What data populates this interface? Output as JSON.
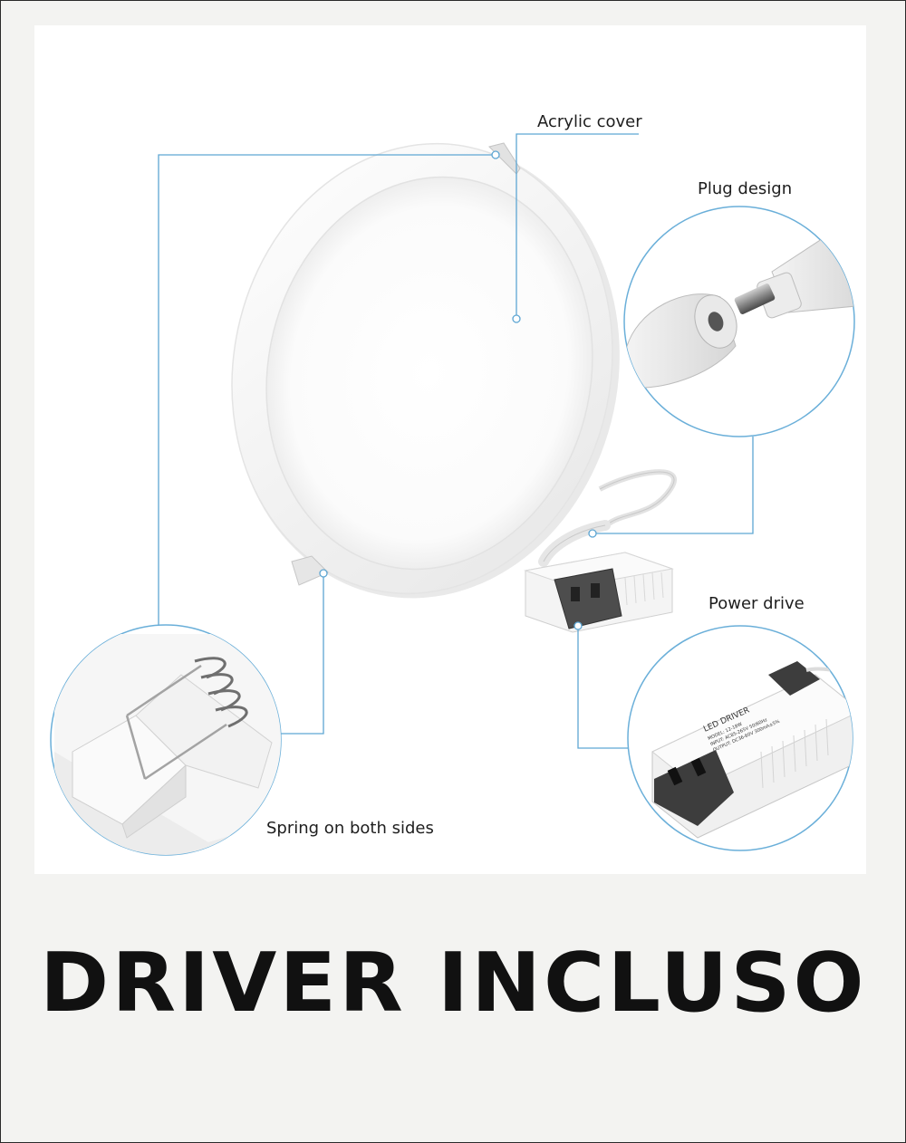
{
  "callouts": {
    "acrylic_cover": "Acrylic cover",
    "plug_design": "Plug design",
    "power_drive": "Power drive",
    "spring": "Spring on both sides"
  },
  "driver_label": {
    "line1": "LED DRIVER",
    "line2": "MODEL: 12-18W",
    "line3": "INPUT: AC85-265V 50/60Hz",
    "line4": "OUTPUT: DC36-60V 300mA±5%"
  },
  "banner": {
    "text": "DRIVER INCLUSO"
  },
  "colors": {
    "leader_line": "#5ea6d3",
    "background": "#f3f3f1",
    "photo": "#ffffff",
    "banner_text": "#111111"
  }
}
